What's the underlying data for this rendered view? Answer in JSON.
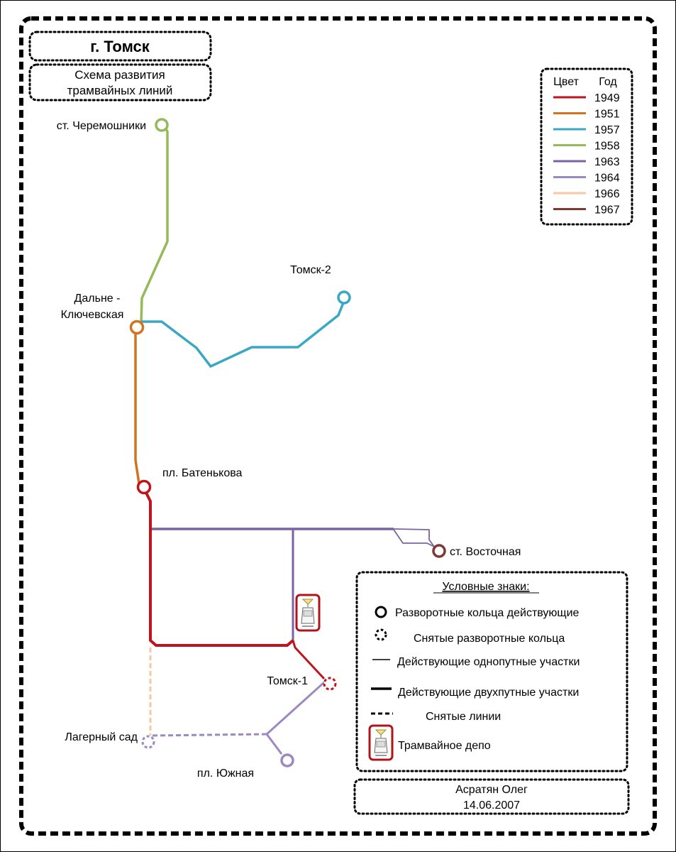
{
  "header": {
    "title": "г. Томск",
    "subtitle_line1": "Схема развития",
    "subtitle_line2": "трамвайных линий"
  },
  "year_legend": {
    "col_color": "Цвет",
    "col_year": "Год",
    "items": [
      {
        "year": "1949",
        "color": "#c0141c"
      },
      {
        "year": "1951",
        "color": "#d2731f"
      },
      {
        "year": "1957",
        "color": "#3aa7c4"
      },
      {
        "year": "1958",
        "color": "#96b95a"
      },
      {
        "year": "1963",
        "color": "#7a639e"
      },
      {
        "year": "1964",
        "color": "#9c89c2"
      },
      {
        "year": "1966",
        "color": "#f6c9a3"
      },
      {
        "year": "1967",
        "color": "#7c3a32"
      }
    ]
  },
  "stations": {
    "cheremoshniki": "ст. Черемошники",
    "tomsk2": "Томск-2",
    "dalne_line1": "Дальне -",
    "dalne_line2": "Ключевская",
    "batenkova": "пл. Батенькова",
    "vostochnaya": "ст. Восточная",
    "tomsk1": "Томск-1",
    "lagerny": "Лагерный сад",
    "yuzhnaya": "пл. Южная"
  },
  "symbols_legend": {
    "title": "Условные знаки:",
    "items": [
      "Разворотные кольца действующие",
      "Снятые разворотные кольца",
      "Действующие однопутные участки",
      "Действующие двухпутные участки",
      "Снятые линии",
      "Трамвайное депо"
    ]
  },
  "author": {
    "name": "Асратян Олег",
    "date": "14.06.2007"
  }
}
